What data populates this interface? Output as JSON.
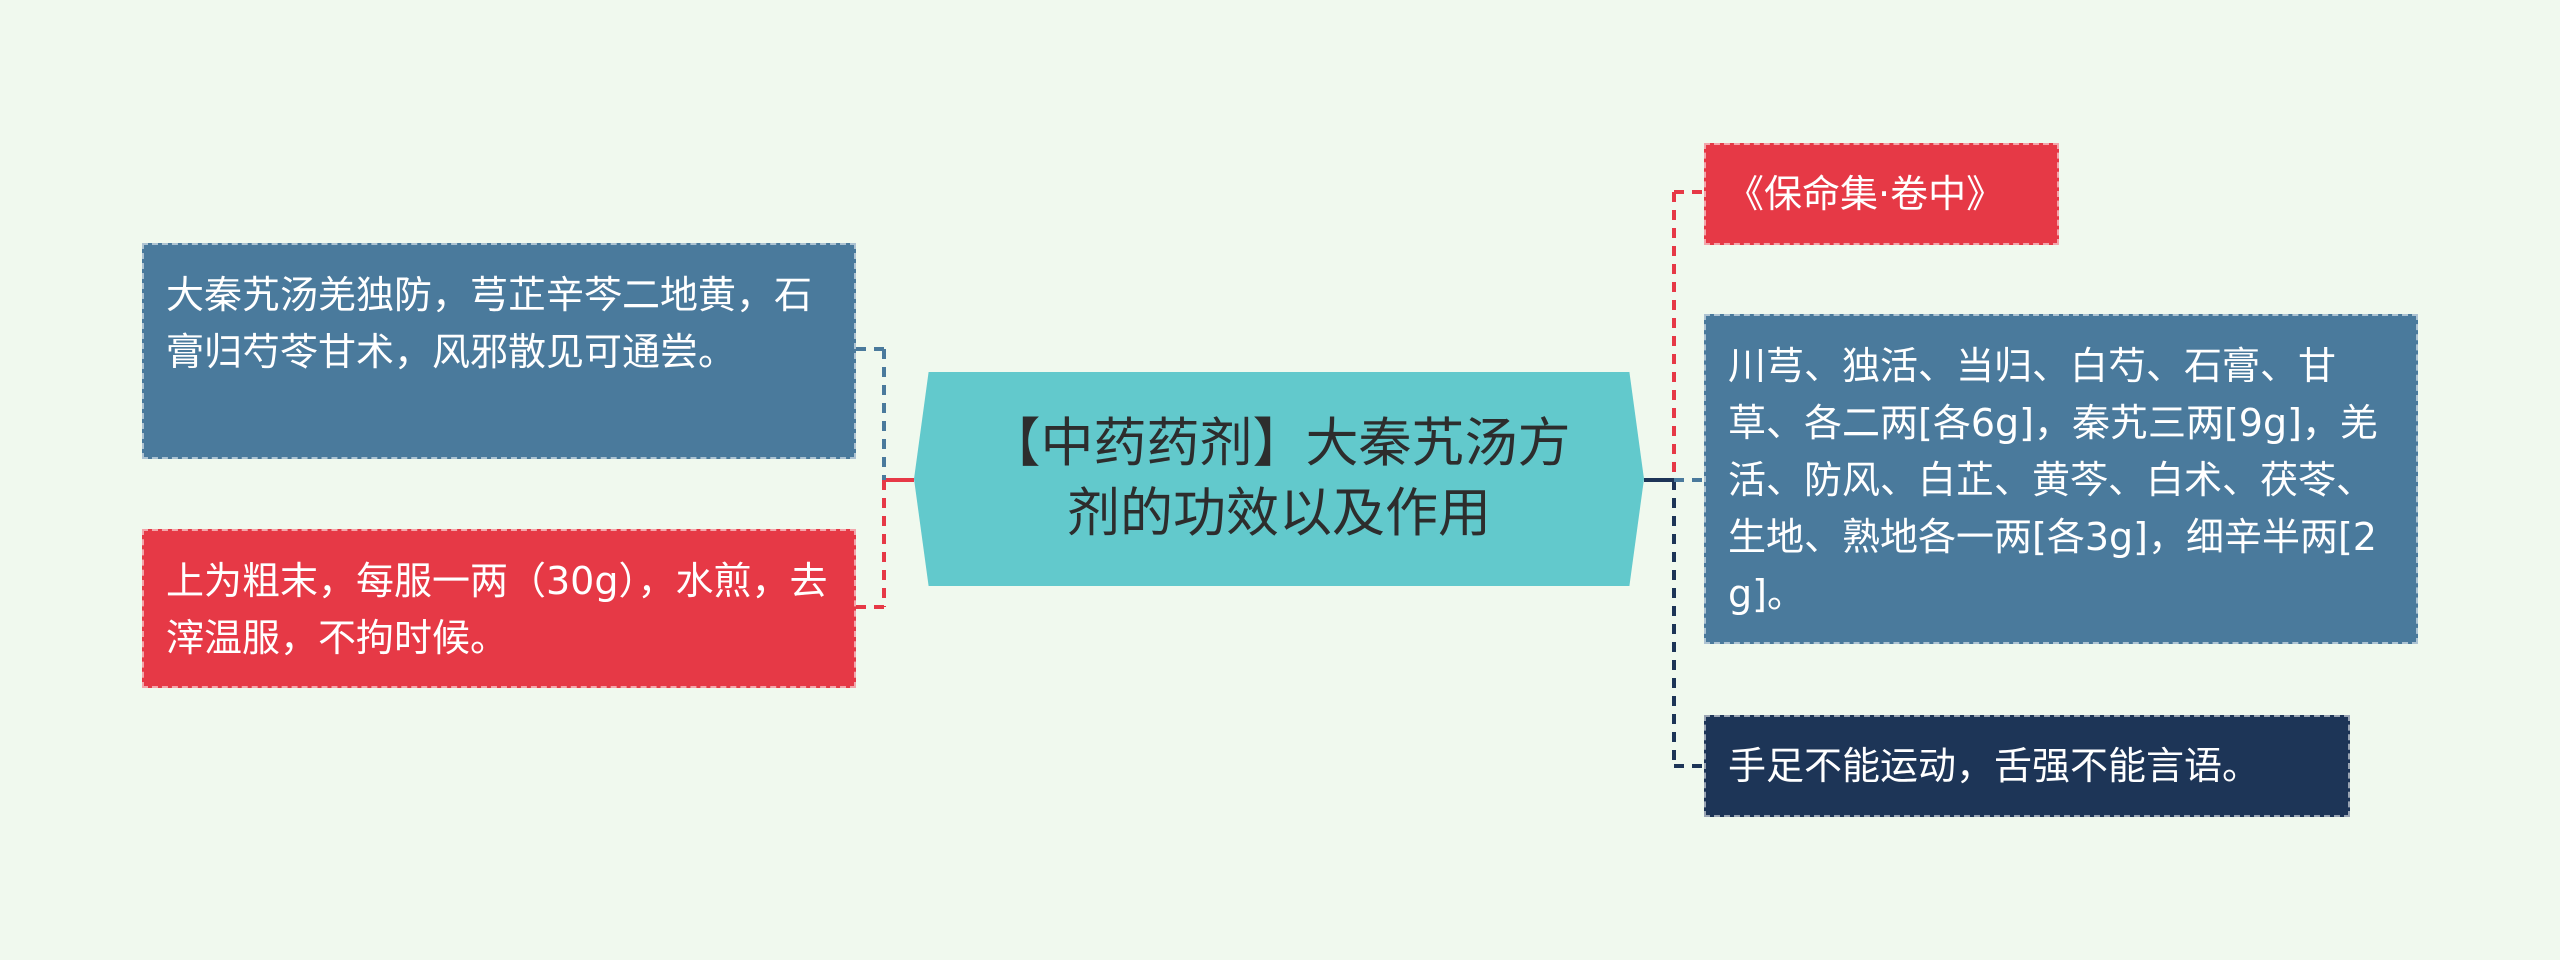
{
  "colors": {
    "background": "#f0f9ee",
    "center": "#62c9cc",
    "blue": "#4a7a9c",
    "red": "#e63946",
    "navy": "#1d3557"
  },
  "center": {
    "text": "【中药药剂】大秦艽汤方剂的功效以及作用"
  },
  "left_nodes": [
    {
      "text": "大秦艽汤羌独防，芎芷辛芩二地黄，石膏归芍苓甘术，风邪散见可通尝。",
      "color": "blue"
    },
    {
      "text": "上为粗末，每服一两（30g），水煎，去滓温服，不拘时候。",
      "color": "red"
    }
  ],
  "right_nodes": [
    {
      "text": "《保命集·卷中》",
      "color": "red"
    },
    {
      "text": "川芎、独活、当归、白芍、石膏、甘草、各二两[各6g]，秦艽三两[9g]，羌活、防风、白芷、黄芩、白术、茯苓、生地、熟地各一两[各3g]，细辛半两[2g]。",
      "color": "blue"
    },
    {
      "text": "手足不能运动，舌强不能言语。",
      "color": "navy"
    }
  ]
}
